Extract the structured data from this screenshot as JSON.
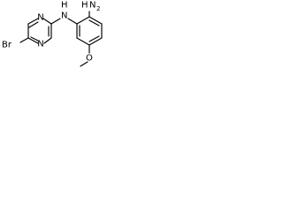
{
  "molecule": {
    "atom_labels": {
      "bromine": "Br",
      "pyrazine_n_upper": "N",
      "pyrazine_n_lower": "N",
      "linker_nh_n": "N",
      "linker_nh_h": "H",
      "amine_h": "H",
      "amine_n": "N",
      "amine_subscript": "2",
      "methoxy_o": "O"
    },
    "colors": {
      "bond": "#000000",
      "text": "#000000",
      "background": "#ffffff"
    }
  }
}
